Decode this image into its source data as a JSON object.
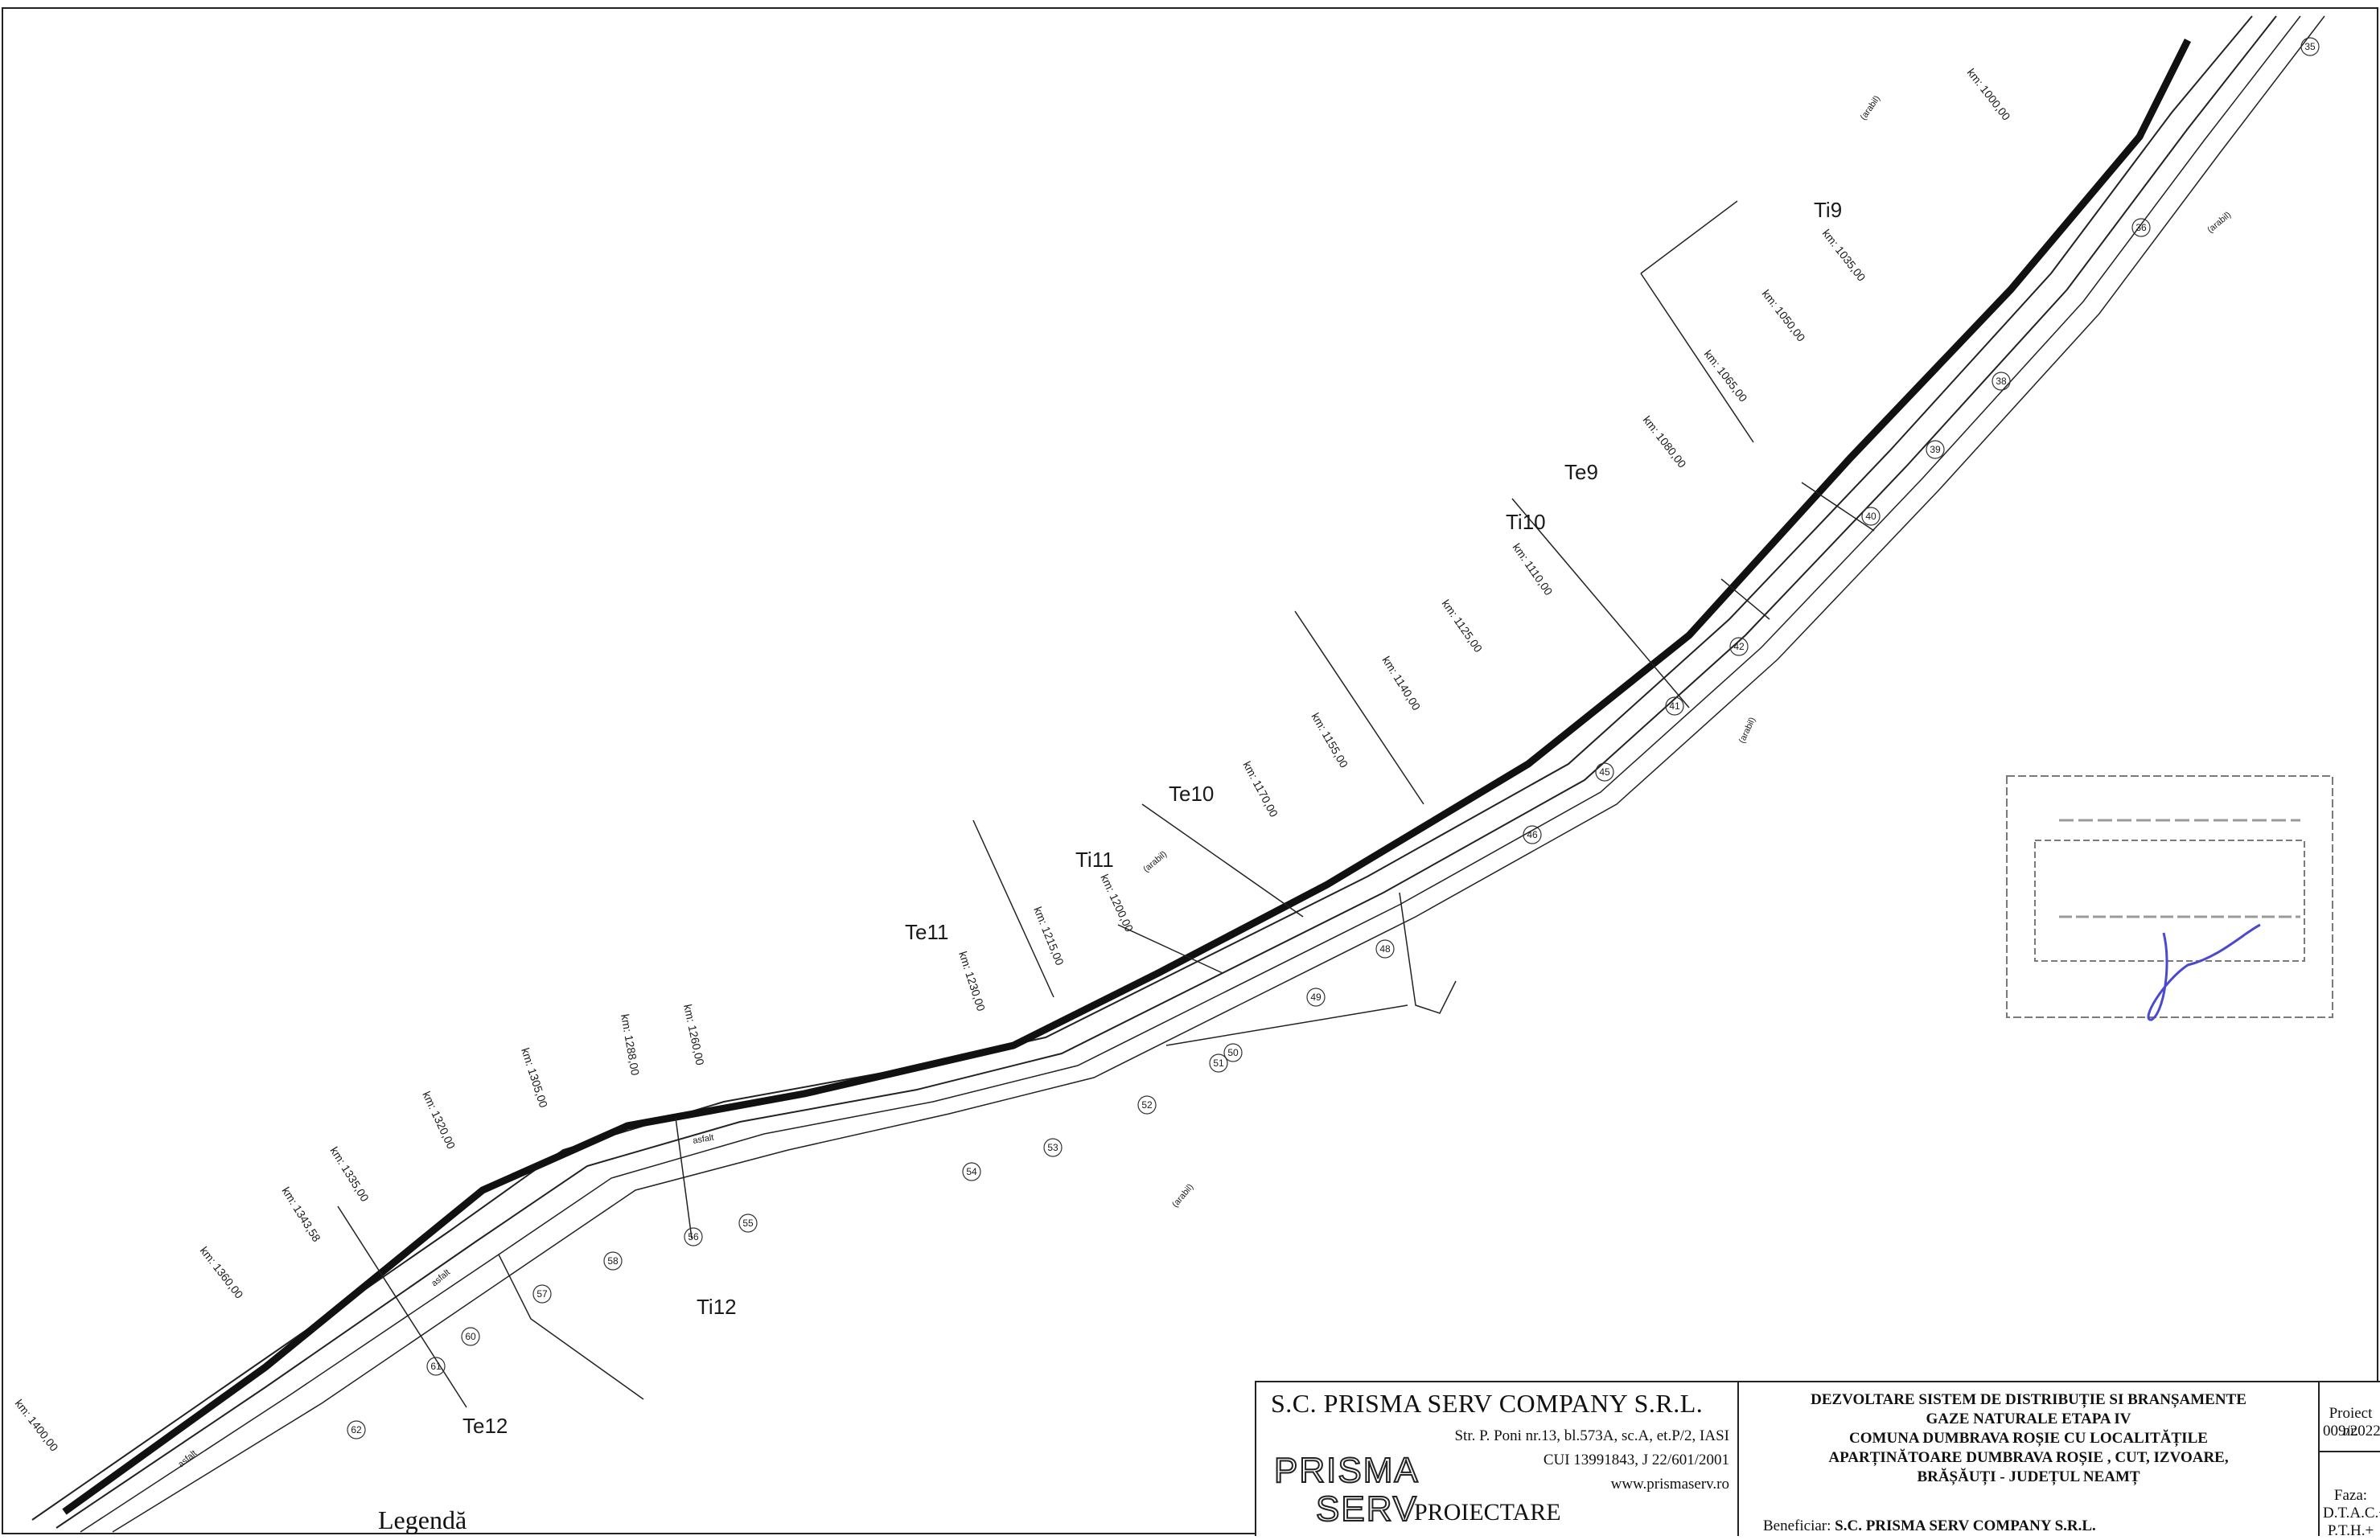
{
  "drawing": {
    "km_labels": [
      "km: 1000,00",
      "km: 1035,00",
      "km: 1050,00",
      "km: 1065,00",
      "km: 1080,00",
      "km: 1110,00",
      "km: 1125,00",
      "km: 1140,00",
      "km: 1155,00",
      "km: 1170,00",
      "km: 1200,00",
      "km: 1215,00",
      "km: 1230,00",
      "km: 1260,00",
      "km: 1288,00",
      "km: 1305,00",
      "km: 1320,00",
      "km: 1335,00",
      "km: 1343,58",
      "km: 1360,00",
      "km: 1400,00"
    ],
    "section_tags": [
      "Ti9",
      "Te9",
      "Ti10",
      "Te10",
      "Ti11",
      "Te11",
      "Ti12",
      "Te12"
    ],
    "point_numbers": [
      "35",
      "36",
      "38",
      "39",
      "40",
      "41",
      "42",
      "45",
      "46",
      "48",
      "49",
      "50",
      "51",
      "52",
      "53",
      "54",
      "55",
      "56",
      "57",
      "58",
      "60",
      "61",
      "62"
    ],
    "surface_labels": [
      "(arabil)",
      "(arabil)",
      "(arabil)",
      "(arabil)",
      "(arabil)"
    ],
    "road_labels": [
      "asfalt",
      "asfalt",
      "asfalt"
    ]
  },
  "title_block": {
    "company_name": "S.C. PRISMA SERV COMPANY S.R.L.",
    "address": "Str. P. Poni nr.13, bl.573A, sc.A, et.P/2, IASI",
    "cui": "CUI 13991843, J 22/601/2001",
    "website": "www.prismaserv.ro",
    "logo_top": "PRISMA",
    "logo_bottom": "SERV",
    "department": "PROIECTARE",
    "project_title_lines": [
      "DEZVOLTARE SISTEM DE  DISTRIBUȚIE SI BRANȘAMENTE",
      "GAZE NATURALE ETAPA IV",
      "COMUNA DUMBRAVA ROȘIE CU LOCALITĂȚILE",
      "APARȚINĂTOARE DUMBRAVA ROȘIE , CUT, IZVOARE,",
      "BRĂȘĂUȚI - JUDEȚUL NEAMȚ"
    ],
    "beneficiar_label": "Beneficiar:",
    "beneficiar_value": "S.C. PRISMA SERV COMPANY S.R.L.",
    "project_no_label": "Proiect nr.",
    "project_no": "009/2022",
    "phase_label": "Faza:",
    "phase_value": "D.T.A.C.+",
    "phase_value_2": "P.T.H.+"
  },
  "legend": {
    "title": "Legendă"
  },
  "colors": {
    "ink": "#1a1a1a",
    "stamp": "#7a7a7a",
    "signature": "#4a4ad0",
    "stamp_red": "#d23a3a"
  }
}
